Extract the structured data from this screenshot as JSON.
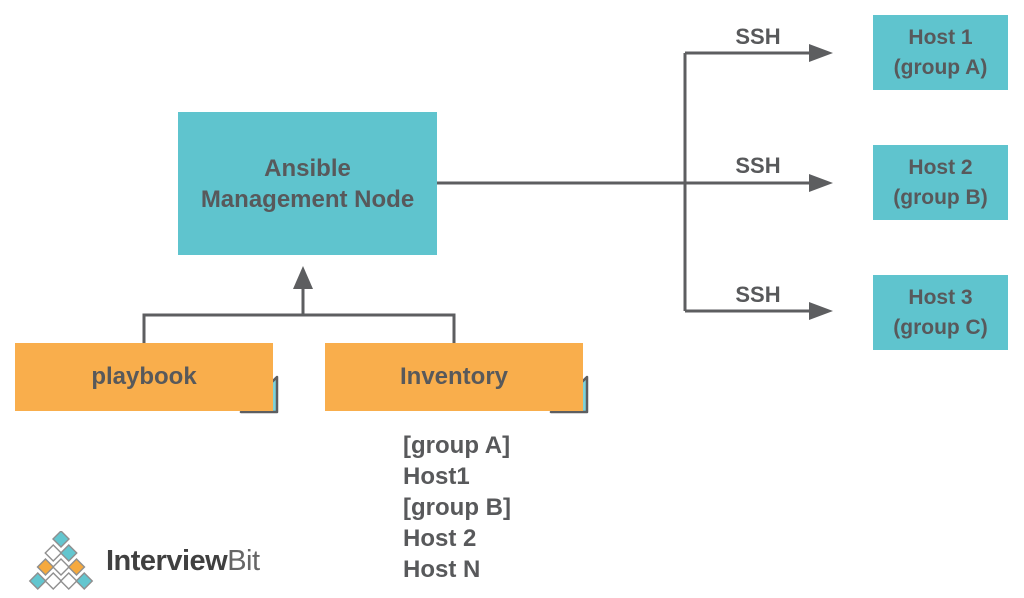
{
  "colors": {
    "box_teal": "#5fc4ce",
    "fold_teal": "#7dd2da",
    "doc_orange": "#f9ae4c",
    "line_gray": "#5d5e60",
    "text_gray": "#58595b",
    "logo_teal": "#63c6cf",
    "logo_orange": "#f5a93e",
    "logo_text_dark": "#404040",
    "logo_text_light": "#666666"
  },
  "diagram": {
    "management_node": {
      "line1": "Ansible",
      "line2": "Management Node"
    },
    "hosts": [
      {
        "line1": "Host 1",
        "line2": "(group A)"
      },
      {
        "line1": "Host 2",
        "line2": "(group B)"
      },
      {
        "line1": "Host 3",
        "line2": "(group C)"
      }
    ],
    "ssh_labels": [
      "SSH",
      "SSH",
      "SSH"
    ],
    "documents": {
      "playbook_label": "playbook",
      "inventory_label": "Inventory"
    },
    "inventory_listing": [
      "[group A]",
      "Host1",
      "[group B]",
      "Host 2",
      "Host N"
    ]
  },
  "logo": {
    "brand_bold": "Interview",
    "brand_light": "Bit",
    "pyramid_rows": [
      [
        "teal"
      ],
      [
        "white",
        "teal"
      ],
      [
        "orange",
        "white",
        "orange"
      ],
      [
        "teal",
        "white",
        "white",
        "teal"
      ]
    ]
  }
}
